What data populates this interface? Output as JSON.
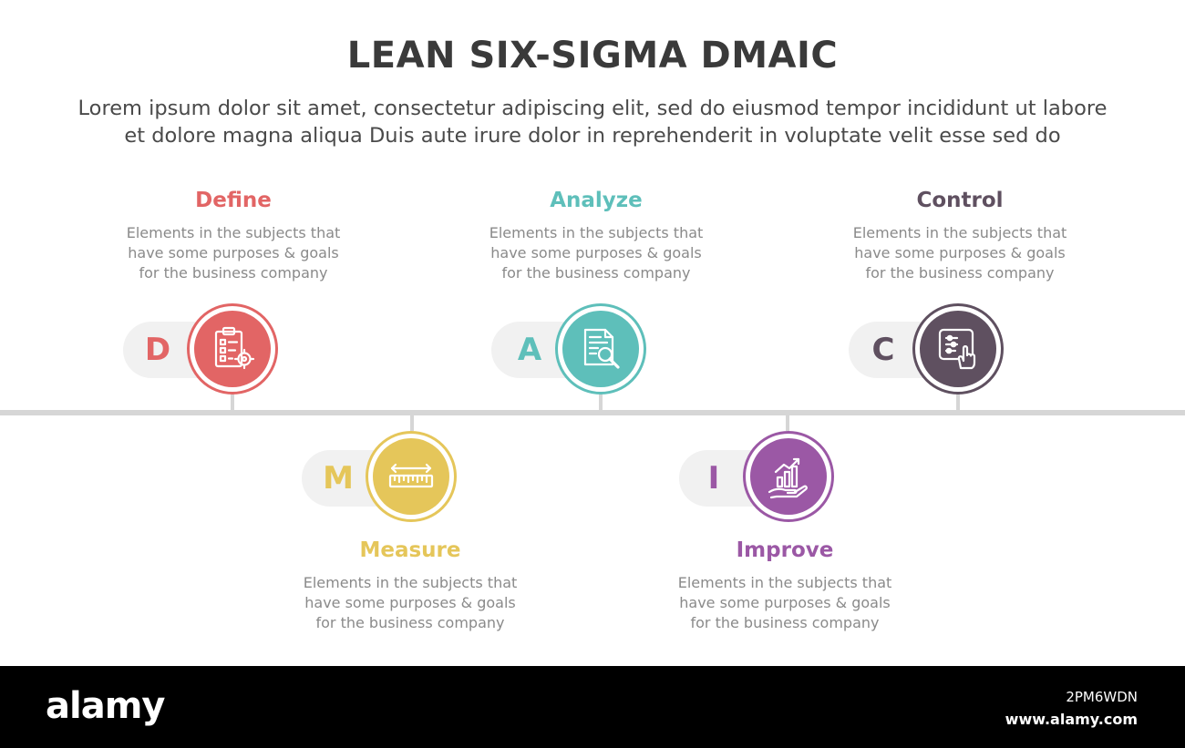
{
  "header": {
    "title": "LEAN SIX-SIGMA DMAIC",
    "subtitle_line1": "Lorem ipsum dolor sit amet, consectetur adipiscing elit, sed do eiusmod tempor incididunt ut labore",
    "subtitle_line2": "et dolore magna aliqua Duis aute irure dolor in reprehenderit in voluptate velit esse sed do"
  },
  "steps": [
    {
      "letter": "D",
      "label": "Define",
      "desc1": "Elements in the subjects that",
      "desc2": "have  some purposes & goals",
      "desc3": "for the  business company",
      "color": "#e26565",
      "icon": "clipboard-target-icon"
    },
    {
      "letter": "M",
      "label": "Measure",
      "desc1": "Elements in the subjects that",
      "desc2": "have  some purposes & goals",
      "desc3": "for the  business company",
      "color": "#e5c65a",
      "icon": "ruler-icon"
    },
    {
      "letter": "A",
      "label": "Analyze",
      "desc1": "Elements in the subjects that",
      "desc2": "have  some purposes & goals",
      "desc3": "for the  business company",
      "color": "#5ebfba",
      "icon": "document-search-icon"
    },
    {
      "letter": "I",
      "label": "Improve",
      "desc1": "Elements in the subjects that",
      "desc2": "have  some purposes & goals",
      "desc3": "for the  business company",
      "color": "#9b58a5",
      "icon": "growth-chart-hand-icon"
    },
    {
      "letter": "C",
      "label": "Control",
      "desc1": "Elements in the subjects that",
      "desc2": "have  some purposes & goals",
      "desc3": "for the  business company",
      "color": "#5f5060",
      "icon": "control-panel-touch-icon"
    }
  ],
  "footer": {
    "brand": "alamy",
    "image_id": "2PM6WDN",
    "site": "www.alamy.com"
  }
}
